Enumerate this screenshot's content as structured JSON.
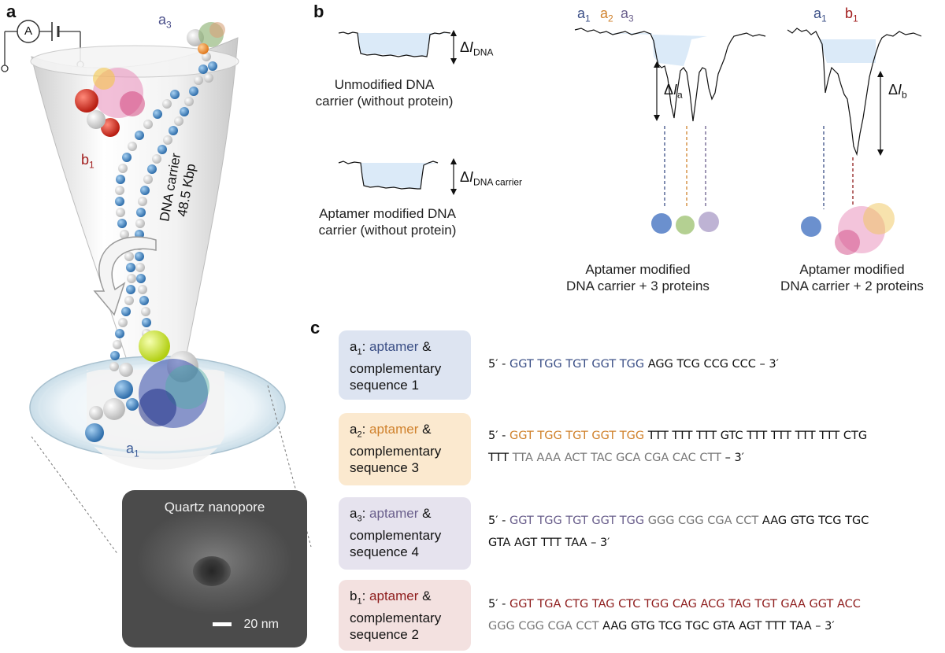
{
  "panels": {
    "a": "a",
    "b": "b",
    "c": "c"
  },
  "panel_a": {
    "ammeter": "A",
    "label_a3": {
      "base": "a",
      "sub": "3"
    },
    "label_b1": {
      "base": "b",
      "sub": "1"
    },
    "label_a1": {
      "base": "a",
      "sub": "1"
    },
    "carrier_line1": "DNA carrier",
    "carrier_line2": "48.5 Kbp",
    "sem_title": "Quartz nanopore",
    "sem_scale": "20 nm"
  },
  "panel_b": {
    "trace1": {
      "label_line1": "Unmodified DNA",
      "label_line2": "carrier (without protein)",
      "delta": "Δ",
      "symbol": "I",
      "sub": "DNA"
    },
    "trace2": {
      "label_line1": "Aptamer modified DNA",
      "label_line2": "carrier (without protein)",
      "delta": "Δ",
      "symbol": "I",
      "sub": "DNA carrier"
    },
    "trace3": {
      "label_line1": "Aptamer modified",
      "label_line2": "DNA carrier + 3 proteins",
      "delta": "Δ",
      "symbol": "I",
      "sub": "a",
      "peaks": [
        {
          "base": "a",
          "sub": "1"
        },
        {
          "base": "a",
          "sub": "2"
        },
        {
          "base": "a",
          "sub": "3"
        }
      ]
    },
    "trace4": {
      "label_line1": "Aptamer modified",
      "label_line2": "DNA carrier + 2 proteins",
      "delta": "Δ",
      "symbol": "I",
      "sub": "b",
      "peaks": [
        {
          "base": "a",
          "sub": "1"
        },
        {
          "base": "b",
          "sub": "1"
        }
      ]
    }
  },
  "panel_c": {
    "boxes": [
      {
        "name": "a",
        "sub": "1",
        "colon": ": ",
        "aptamer": "aptamer",
        "amp": " &",
        "line2": "complementary",
        "line3": "sequence 1"
      },
      {
        "name": "a",
        "sub": "2",
        "colon": ": ",
        "aptamer": "aptamer",
        "amp": " &",
        "line2": "complementary",
        "line3": "sequence 3"
      },
      {
        "name": "a",
        "sub": "3",
        "colon": ": ",
        "aptamer": "aptamer",
        "amp": " &",
        "line2": "complementary",
        "line3": "sequence 4"
      },
      {
        "name": "b",
        "sub": "1",
        "colon": ": ",
        "aptamer": "aptamer",
        "amp": " &",
        "line2": "complementary",
        "line3": "sequence 2"
      }
    ],
    "sequences": [
      {
        "lines": [
          [
            {
              "t": "5′ - ",
              "c": "#111111"
            },
            {
              "t": "GGT TGG TGT GGT TGG",
              "c": "#3b4f86"
            },
            {
              "t": " AGG TCG CCG CCC – 3′",
              "c": "#111111"
            }
          ]
        ]
      },
      {
        "lines": [
          [
            {
              "t": "5′ - ",
              "c": "#111111"
            },
            {
              "t": "GGT TGG TGT GGT TGG",
              "c": "#d0822d"
            },
            {
              "t": " TTT TTT TTT GTC TTT TTT TTT TTT CTG",
              "c": "#111111"
            }
          ],
          [
            {
              "t": "TTT ",
              "c": "#111111"
            },
            {
              "t": "TTA AAA ACT TAC GCA CGA CAC CTT",
              "c": "#777777"
            },
            {
              "t": " – 3′",
              "c": "#111111"
            }
          ]
        ]
      },
      {
        "lines": [
          [
            {
              "t": "5′ - ",
              "c": "#111111"
            },
            {
              "t": "GGT TGG TGT GGT TGG",
              "c": "#6a5f8c"
            },
            {
              "t": " GGG CGG CGA CCT",
              "c": "#777777"
            },
            {
              "t": " AAG  GTG TCG TGC",
              "c": "#111111"
            }
          ],
          [
            {
              "t": "GTA AGT TTT TAA  – 3′",
              "c": "#111111"
            }
          ]
        ]
      },
      {
        "lines": [
          [
            {
              "t": "5′ - ",
              "c": "#111111"
            },
            {
              "t": "GGT TGA CTG TAG CTC TGG CAG ACG TAG TGT GAA GGT ACC",
              "c": "#8e1c1c"
            }
          ],
          [
            {
              "t": "GGG CGG CGA CCT",
              "c": "#777777"
            },
            {
              "t": " AAG GTG TCG TGC GTA AGT TTT TAA  – 3′",
              "c": "#111111"
            }
          ]
        ]
      }
    ]
  },
  "colors": {
    "a1": "#3b4f86",
    "a2": "#d0822d",
    "a3": "#6a5f8c",
    "b1": "#8e1c1c",
    "gray_seq": "#777777",
    "box_a1": "#dde4f1",
    "box_a2": "#fbe9cf",
    "box_a3": "#e6e3ee",
    "box_b1": "#f3e1e0",
    "trace_fill": "#dbeaf8",
    "bead_blue": "#3f7fc0",
    "bead_white": "#dcdcdc"
  },
  "icons": [
    "ammeter-icon",
    "battery-icon",
    "flow-arrow-icon",
    "protein-a1-icon",
    "protein-a2-icon",
    "protein-a3-icon",
    "protein-b1-icon"
  ]
}
